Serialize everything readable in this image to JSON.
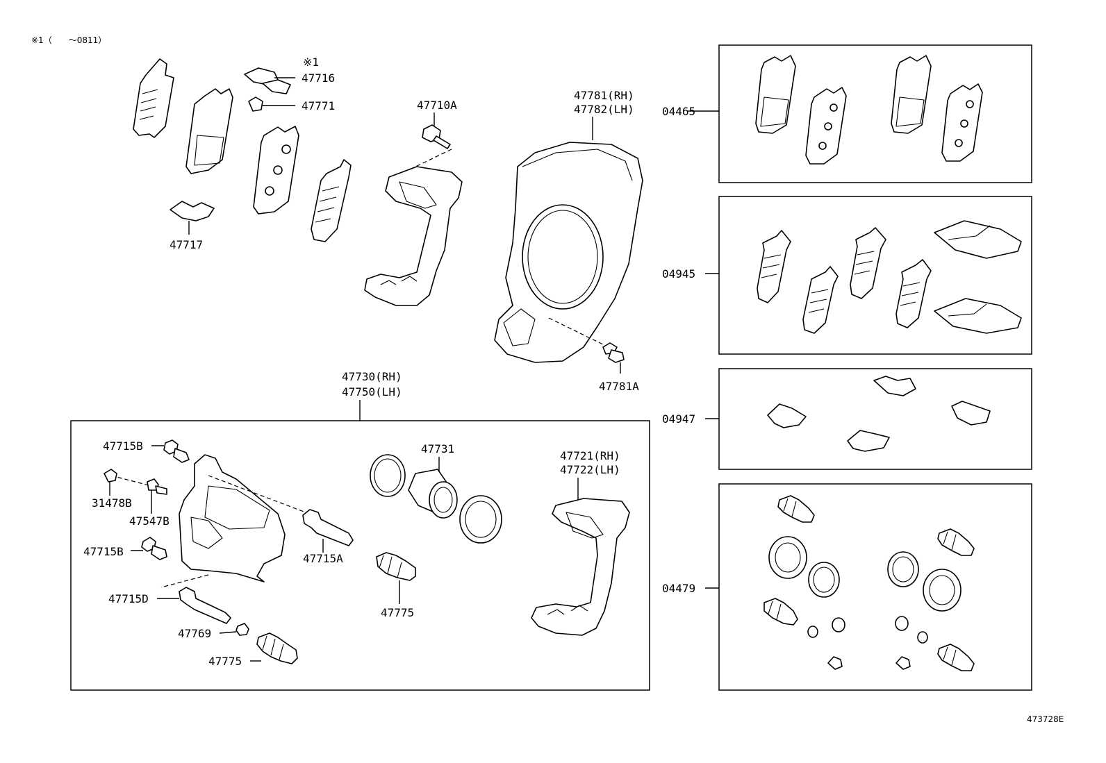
{
  "header": {
    "note": "※1（　　～0811）"
  },
  "footer": {
    "figure_code": "473728E"
  },
  "labels": {
    "mark_1": "※1",
    "p47716": "47716",
    "p47771": "47771",
    "p47717": "47717",
    "p47710A": "47710A",
    "p47781RH": "47781(RH)",
    "p47782LH": "47782(LH)",
    "p47781A": "47781A",
    "p47730RH": "47730(RH)",
    "p47750LH": "47750(LH)",
    "p47715B_top": "47715B",
    "p31478B": "31478B",
    "p47547B": "47547B",
    "p47715B_mid": "47715B",
    "p47715A": "47715A",
    "p47715D": "47715D",
    "p47769": "47769",
    "p47775_left": "47775",
    "p47731": "47731",
    "p47775_mid": "47775",
    "p47721RH": "47721(RH)",
    "p47722LH": "47722(LH)",
    "k04465": "04465",
    "k04945": "04945",
    "k04947": "04947",
    "k04479": "04479"
  }
}
